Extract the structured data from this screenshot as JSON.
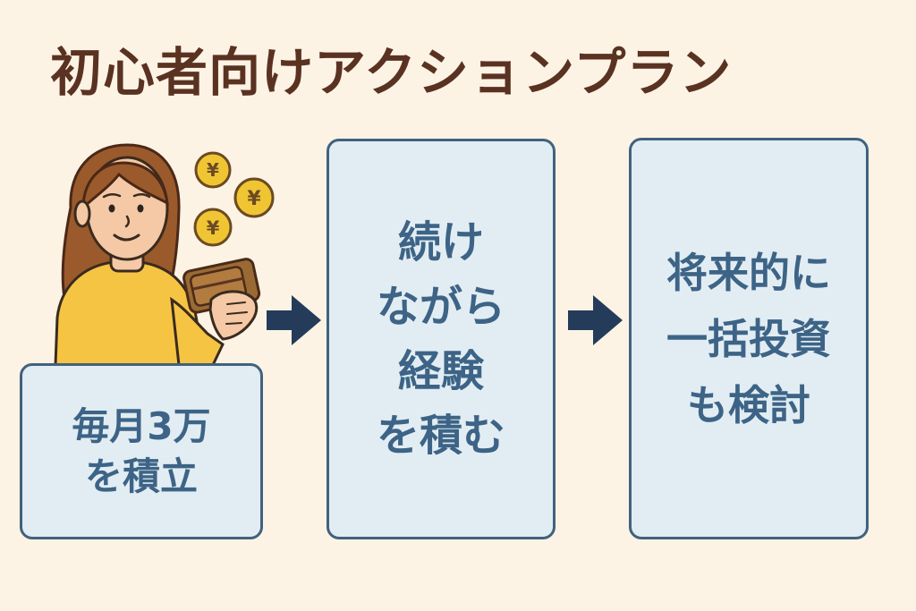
{
  "title": "初心者向けアクションプラン",
  "steps": [
    {
      "lines": [
        "毎月3万",
        "を積立"
      ]
    },
    {
      "lines": [
        "続け",
        "ながら",
        "経験",
        "を積む"
      ]
    },
    {
      "lines": [
        "将来的に",
        "一括投資",
        "も検討"
      ]
    }
  ],
  "colors": {
    "background": "#fcf3e4",
    "title": "#5a3222",
    "box_fill": "#e2edf3",
    "box_border": "#41617f",
    "box_text": "#3d6486",
    "arrow": "#243c5a",
    "sweater": "#f6c443",
    "coin": "#f0c534"
  },
  "illustration": {
    "subject": "woman-holding-wallet",
    "coin_symbol": "¥",
    "icons": [
      "yen-coin-icon",
      "wallet-icon",
      "person-icon"
    ]
  },
  "arrows": [
    "right-arrow-icon",
    "right-arrow-icon"
  ]
}
